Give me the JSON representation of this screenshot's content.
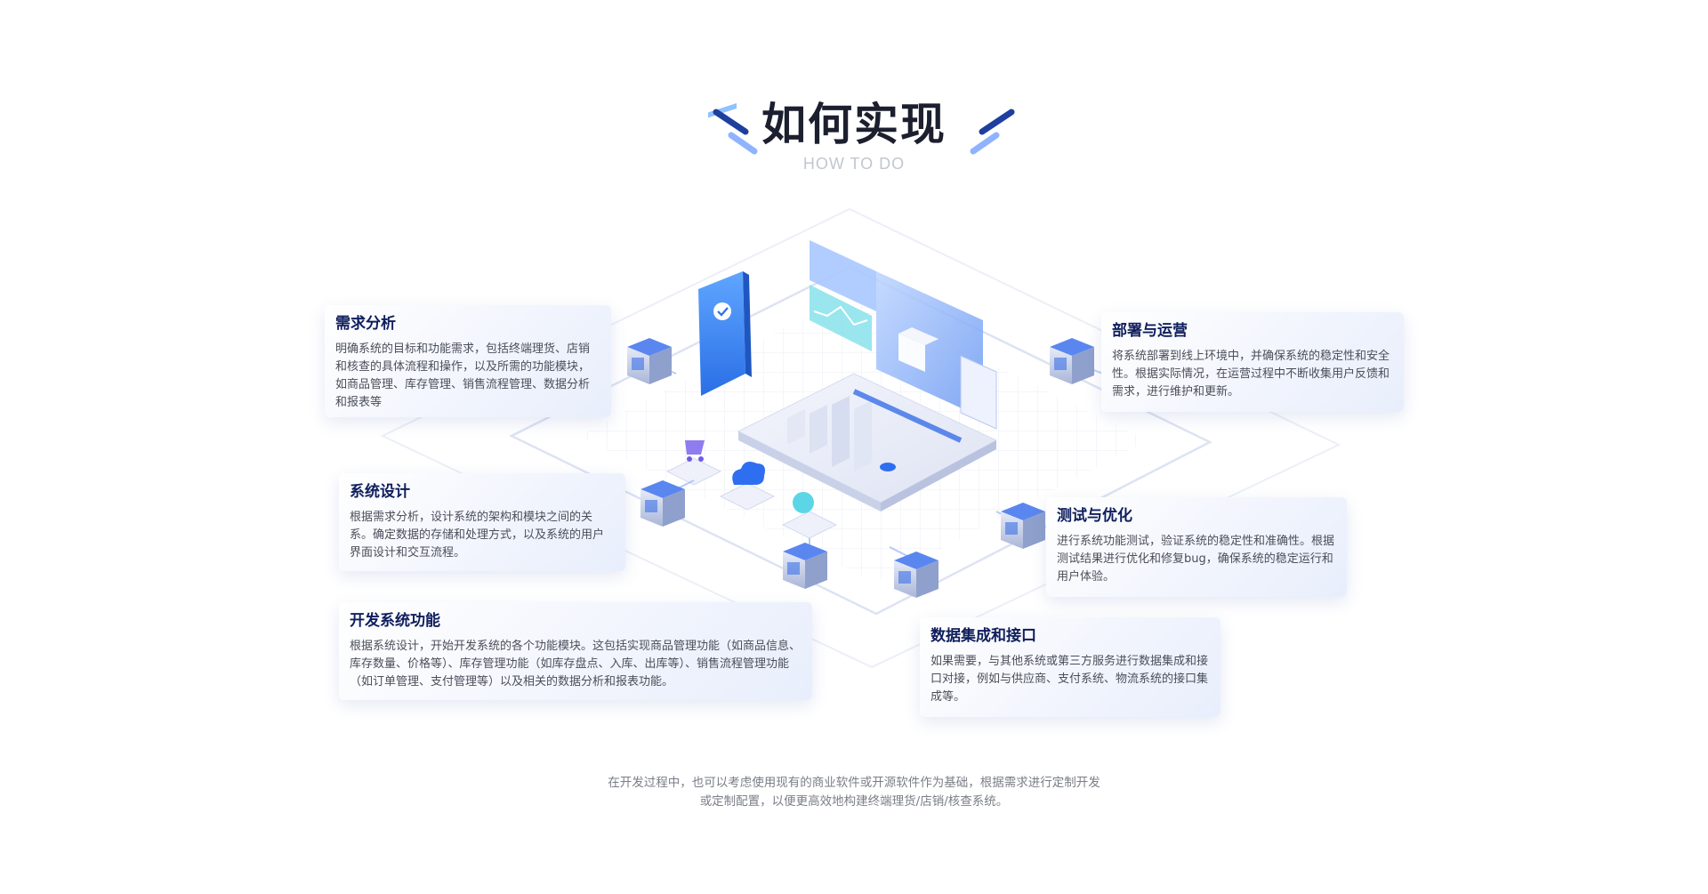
{
  "header": {
    "title": "如何实现",
    "subtitle": "HOW TO DO"
  },
  "cards": [
    {
      "title": "需求分析",
      "text": "明确系统的目标和功能需求，包括终端理货、店销和核查的具体流程和操作，以及所需的功能模块，如商品管理、库存管理、销售流程管理、数据分析和报表等"
    },
    {
      "title": "系统设计",
      "text": "根据需求分析，设计系统的架构和模块之间的关系。确定数据的存储和处理方式，以及系统的用户界面设计和交互流程。"
    },
    {
      "title": "开发系统功能",
      "text": "根据系统设计，开始开发系统的各个功能模块。这包括实现商品管理功能（如商品信息、库存数量、价格等）、库存管理功能（如库存盘点、入库、出库等）、销售流程管理功能（如订单管理、支付管理等）以及相关的数据分析和报表功能。"
    },
    {
      "title": "部署与运营",
      "text": "将系统部署到线上环境中，并确保系统的稳定性和安全性。根据实际情况，在运营过程中不断收集用户反馈和需求，进行维护和更新。"
    },
    {
      "title": "测试与优化",
      "text": "进行系统功能测试，验证系统的稳定性和准确性。根据测试结果进行优化和修复bug，确保系统的稳定运行和用户体验。"
    },
    {
      "title": "数据集成和接口",
      "text": "如果需要，与其他系统或第三方服务进行数据集成和接口对接，例如与供应商、支付系统、物流系统的接口集成等。"
    }
  ],
  "footer": {
    "line1": "在开发过程中，也可以考虑使用现有的商业软件或开源软件作为基础，根据需求进行定制开发",
    "line2": "或定制配置，以便更高效地构建终端理货/店销/核查系统。"
  },
  "colors": {
    "title": "#1c1f2e",
    "card_title": "#0f1e5c",
    "accent": "#3a6fe8",
    "accent_light": "#8fb3ff"
  }
}
